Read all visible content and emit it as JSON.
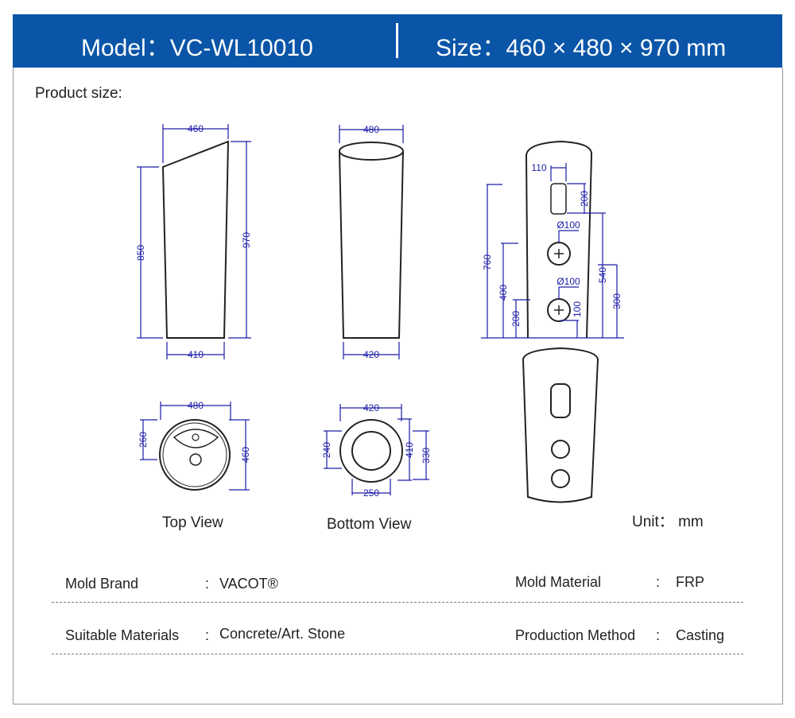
{
  "header": {
    "model": "Model：VC-WL10010",
    "size": "Size：460 × 480 × 970 mm"
  },
  "product_size_label": "Product size:",
  "dims": {
    "side": {
      "top": "460",
      "left": "850",
      "right": "970",
      "bottom": "410"
    },
    "front": {
      "top": "480",
      "bottom": "420"
    },
    "rear": {
      "w110": "110",
      "h200": "200",
      "d1": "Ø100",
      "d2": "Ø100",
      "h760": "760",
      "h400": "400",
      "h200b": "200",
      "h540": "540",
      "h300": "300",
      "h100": "100"
    },
    "top": {
      "w": "480",
      "h260": "260",
      "h460": "460"
    },
    "bottom": {
      "w420": "420",
      "h240": "240",
      "h410": "410",
      "h330": "330",
      "w250": "250"
    }
  },
  "view_labels": {
    "top": "Top View",
    "bottom": "Bottom View"
  },
  "unit": "Unit：  mm",
  "specs": [
    {
      "label": "Mold Brand",
      "value": "VACOT®"
    },
    {
      "label": "Mold Material",
      "value": "FRP"
    },
    {
      "label": "Suitable Materials",
      "value": "Concrete/Art. Stone"
    },
    {
      "label": "Production Method",
      "value": "Casting"
    }
  ],
  "colon": ":"
}
